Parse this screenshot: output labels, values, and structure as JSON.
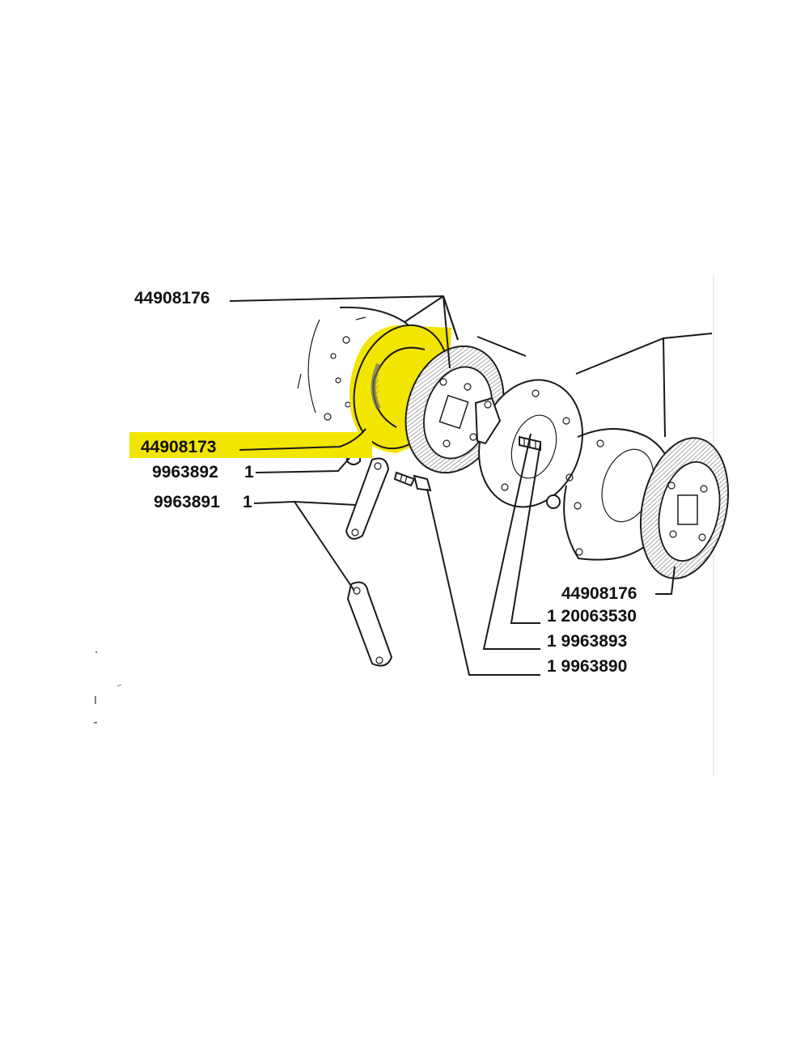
{
  "colors": {
    "highlight": "#f2e600",
    "ink": "#1a1a1a",
    "hatch": "#6b6b6b",
    "background": "#ffffff"
  },
  "labels": {
    "top_disc": "44908176",
    "highlighted_ring": "44908173",
    "bushing_part": "9963892",
    "bushing_qty": "1",
    "link_part": "9963891",
    "link_qty": "1",
    "right_disc": "44908176",
    "pin_row": "1 20063530",
    "spring_row": "1 9963893",
    "bolt_row": "1 9963890"
  }
}
